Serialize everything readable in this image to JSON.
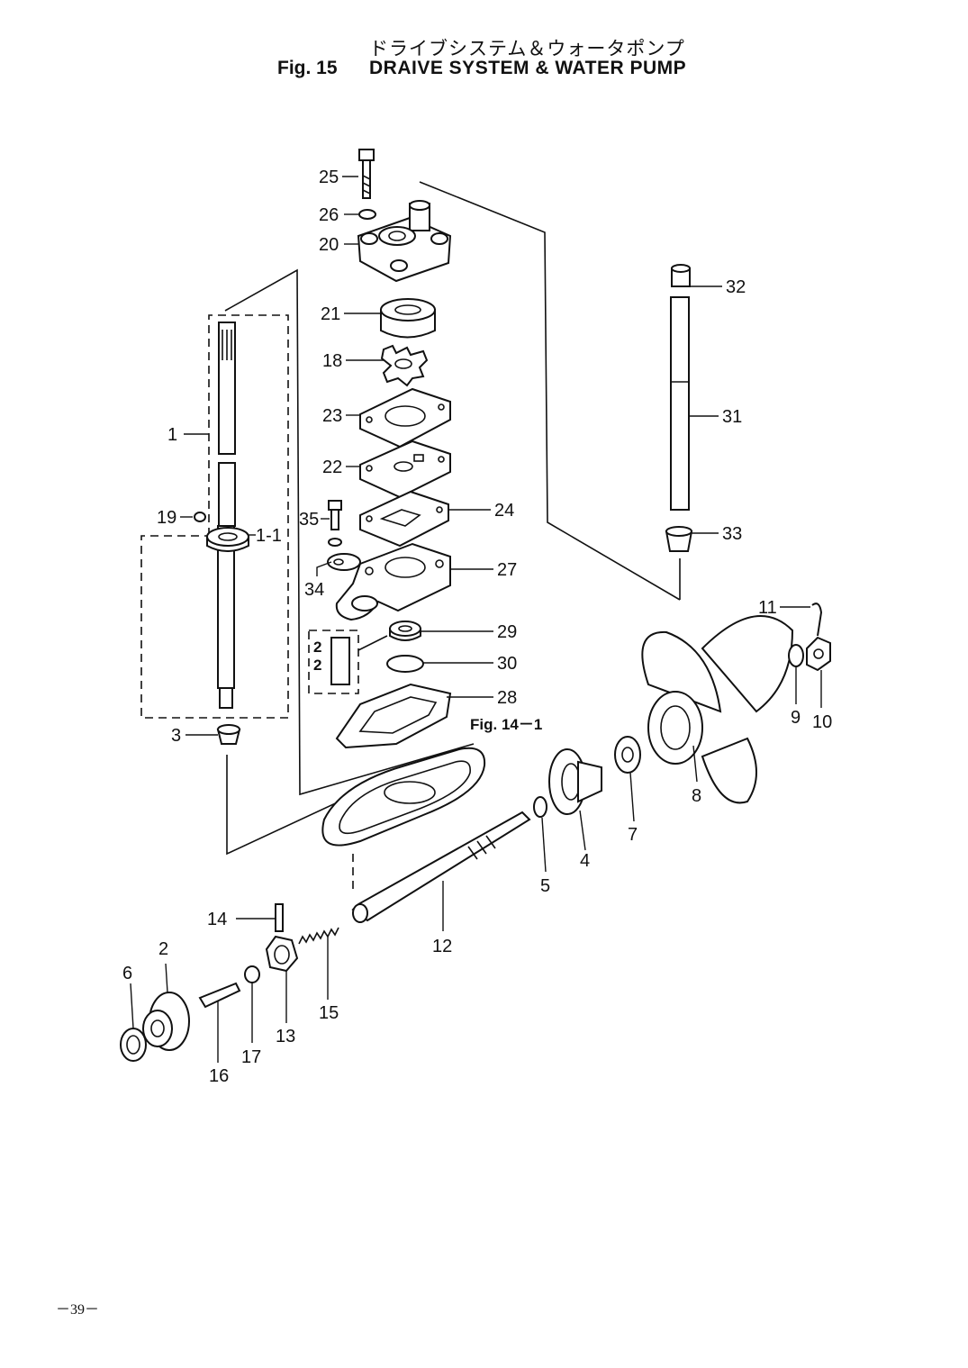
{
  "header": {
    "title_jp": "ドライブシステム＆ウォータポンプ",
    "fig_label": "Fig. 15",
    "title_en": "DRAIVE SYSTEM & WATER PUMP"
  },
  "reference": {
    "label": "Fig. 14－1"
  },
  "callouts": [
    {
      "id": "c25",
      "label": "25"
    },
    {
      "id": "c26",
      "label": "26"
    },
    {
      "id": "c20",
      "label": "20"
    },
    {
      "id": "c21",
      "label": "21"
    },
    {
      "id": "c18",
      "label": "18"
    },
    {
      "id": "c23",
      "label": "23"
    },
    {
      "id": "c22",
      "label": "22"
    },
    {
      "id": "c24",
      "label": "24"
    },
    {
      "id": "c35",
      "label": "35"
    },
    {
      "id": "c27",
      "label": "27"
    },
    {
      "id": "c34",
      "label": "34"
    },
    {
      "id": "c29",
      "label": "29"
    },
    {
      "id": "c30",
      "label": "30"
    },
    {
      "id": "c28",
      "label": "28"
    },
    {
      "id": "c1",
      "label": "1"
    },
    {
      "id": "c19",
      "label": "19"
    },
    {
      "id": "c1_1",
      "label": "1-1"
    },
    {
      "id": "c3",
      "label": "3"
    },
    {
      "id": "c32",
      "label": "32"
    },
    {
      "id": "c31",
      "label": "31"
    },
    {
      "id": "c33",
      "label": "33"
    },
    {
      "id": "c11",
      "label": "11"
    },
    {
      "id": "c9",
      "label": "9"
    },
    {
      "id": "c10",
      "label": "10"
    },
    {
      "id": "c8",
      "label": "8"
    },
    {
      "id": "c7",
      "label": "7"
    },
    {
      "id": "c4",
      "label": "4"
    },
    {
      "id": "c5",
      "label": "5"
    },
    {
      "id": "c12",
      "label": "12"
    },
    {
      "id": "c14",
      "label": "14"
    },
    {
      "id": "c2",
      "label": "2"
    },
    {
      "id": "c6",
      "label": "6"
    },
    {
      "id": "c13",
      "label": "13"
    },
    {
      "id": "c15",
      "label": "15"
    },
    {
      "id": "c17",
      "label": "17"
    },
    {
      "id": "c16",
      "label": "16"
    }
  ],
  "footer": {
    "page_number": "－39－"
  }
}
